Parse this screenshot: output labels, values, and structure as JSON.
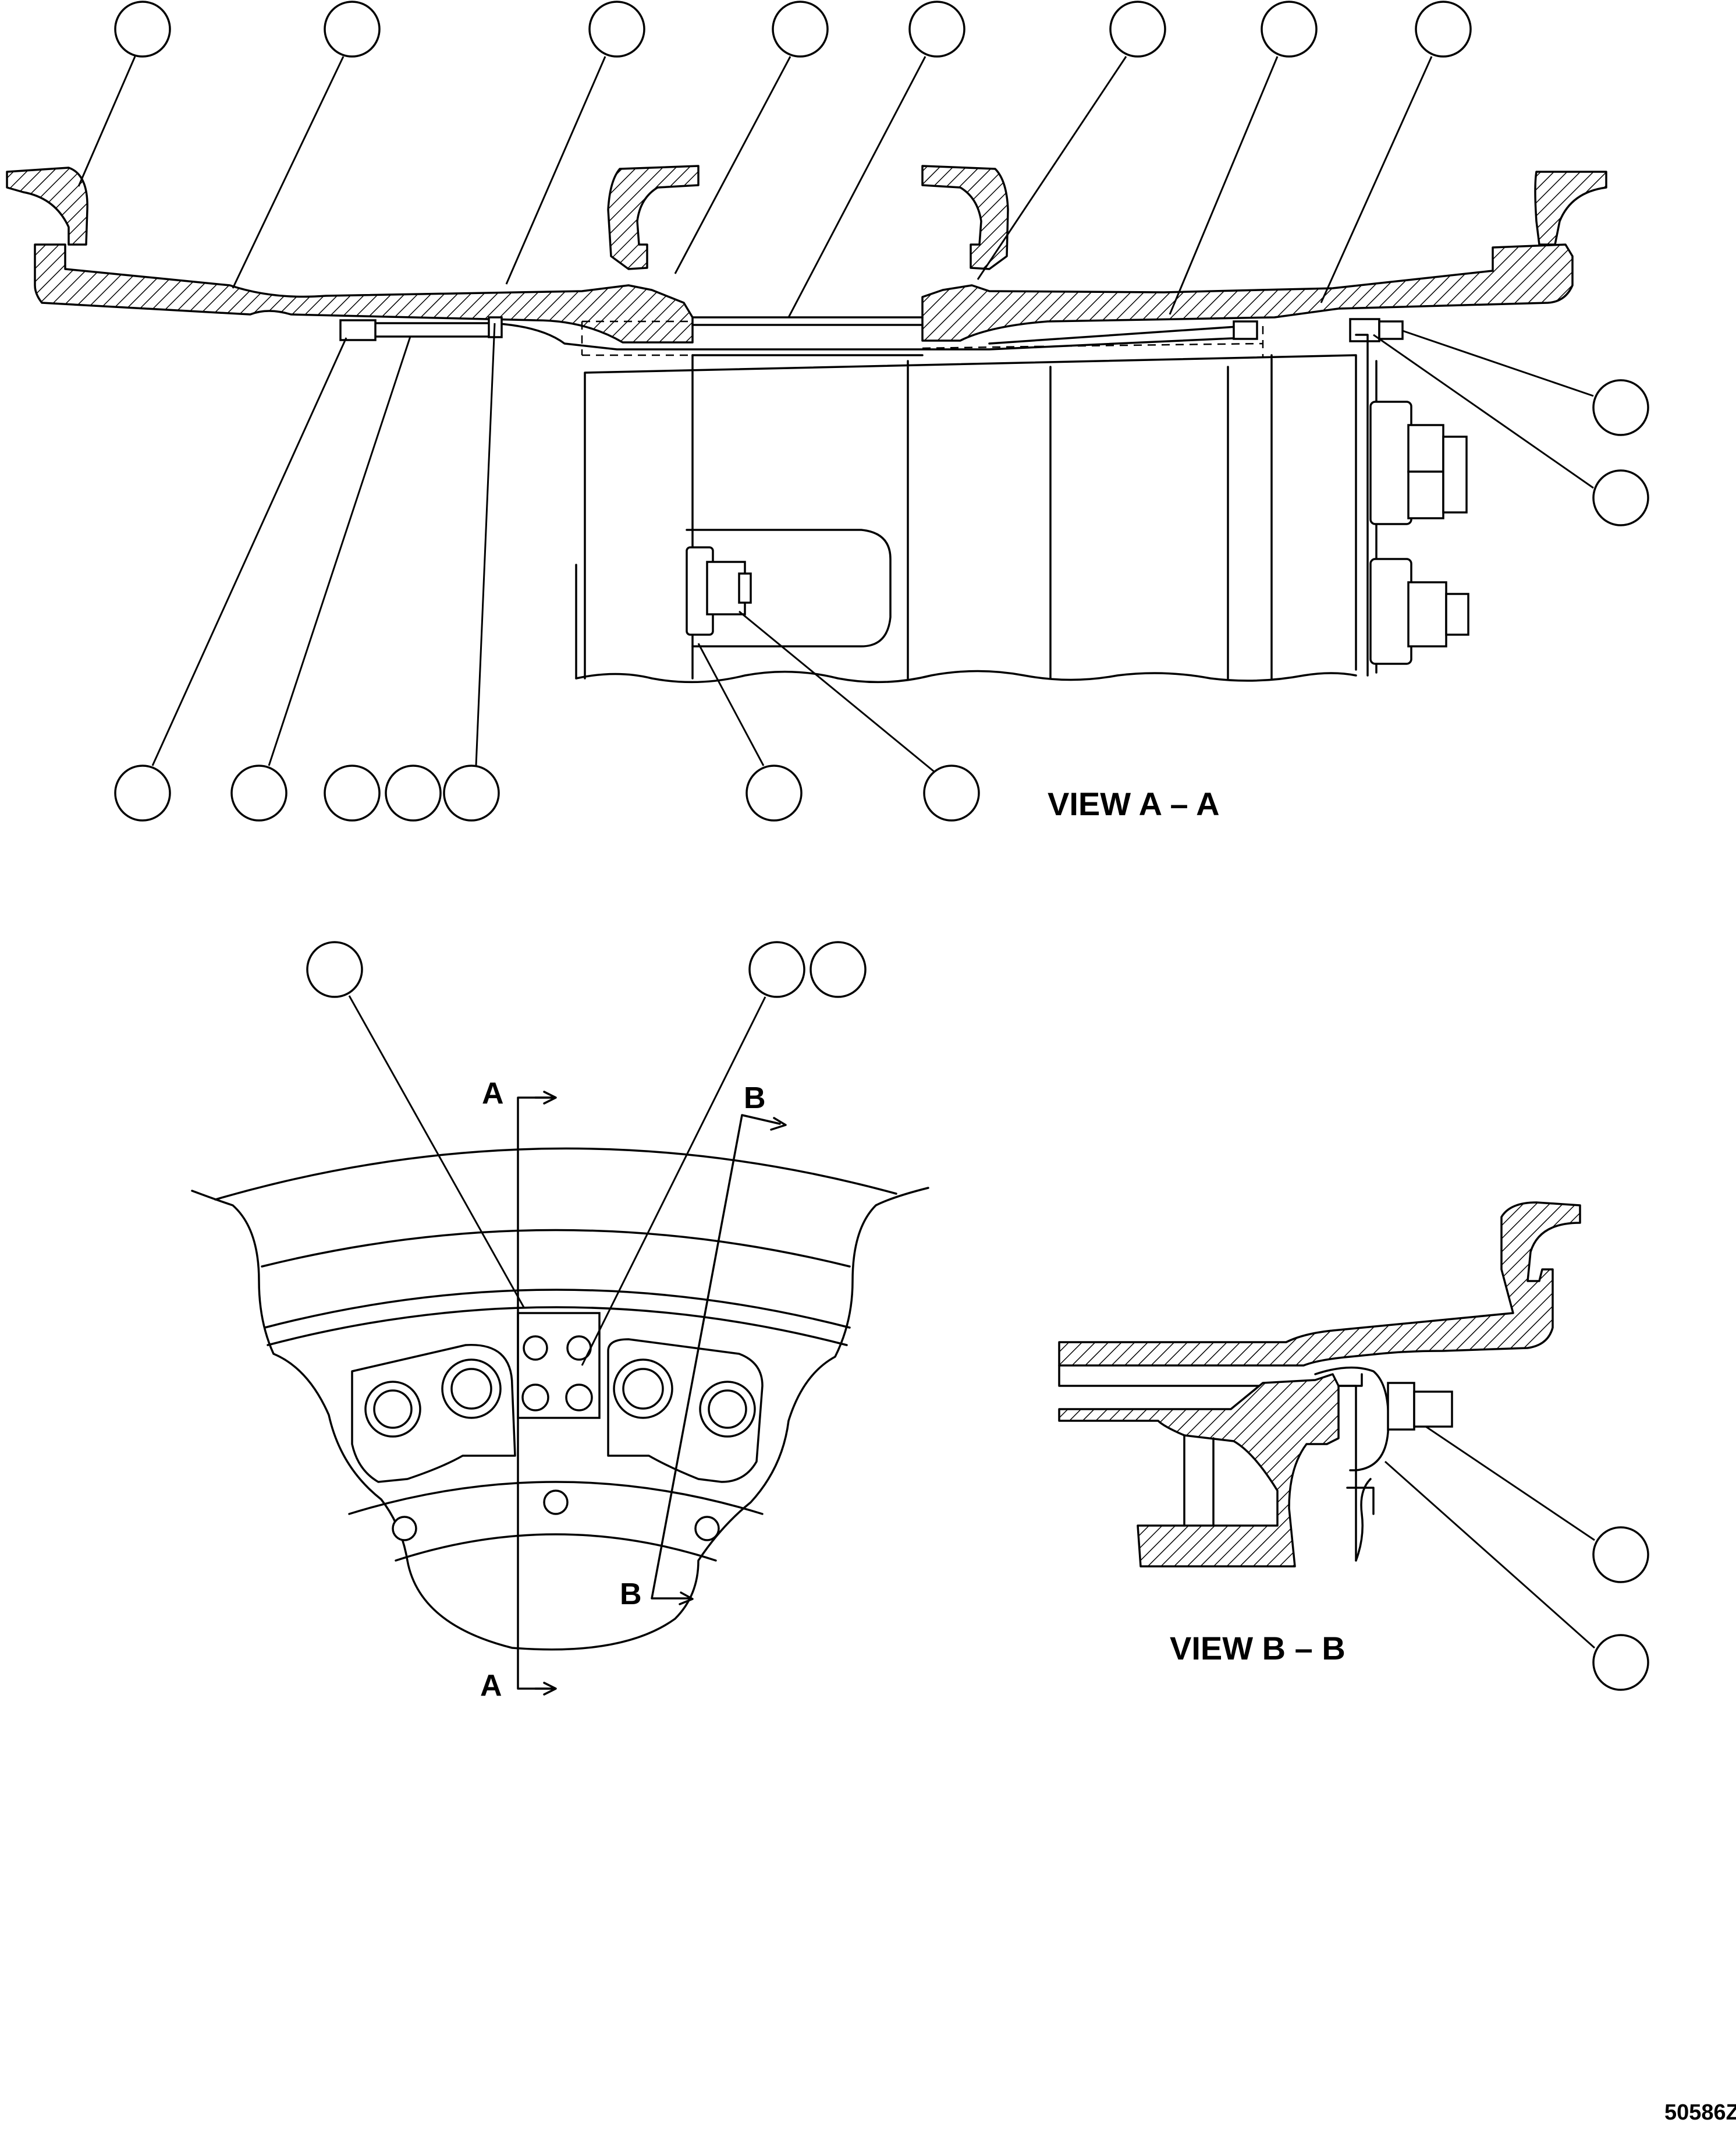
{
  "views": {
    "aa_title": "VIEW A – A",
    "bb_title": "VIEW B – B"
  },
  "section_marks": {
    "a_top": "A",
    "a_bottom": "A",
    "b_top": "B",
    "b_bottom": "B"
  },
  "figure_number": "50586Z",
  "colors": {
    "line": "#000000",
    "background": "#ffffff"
  }
}
